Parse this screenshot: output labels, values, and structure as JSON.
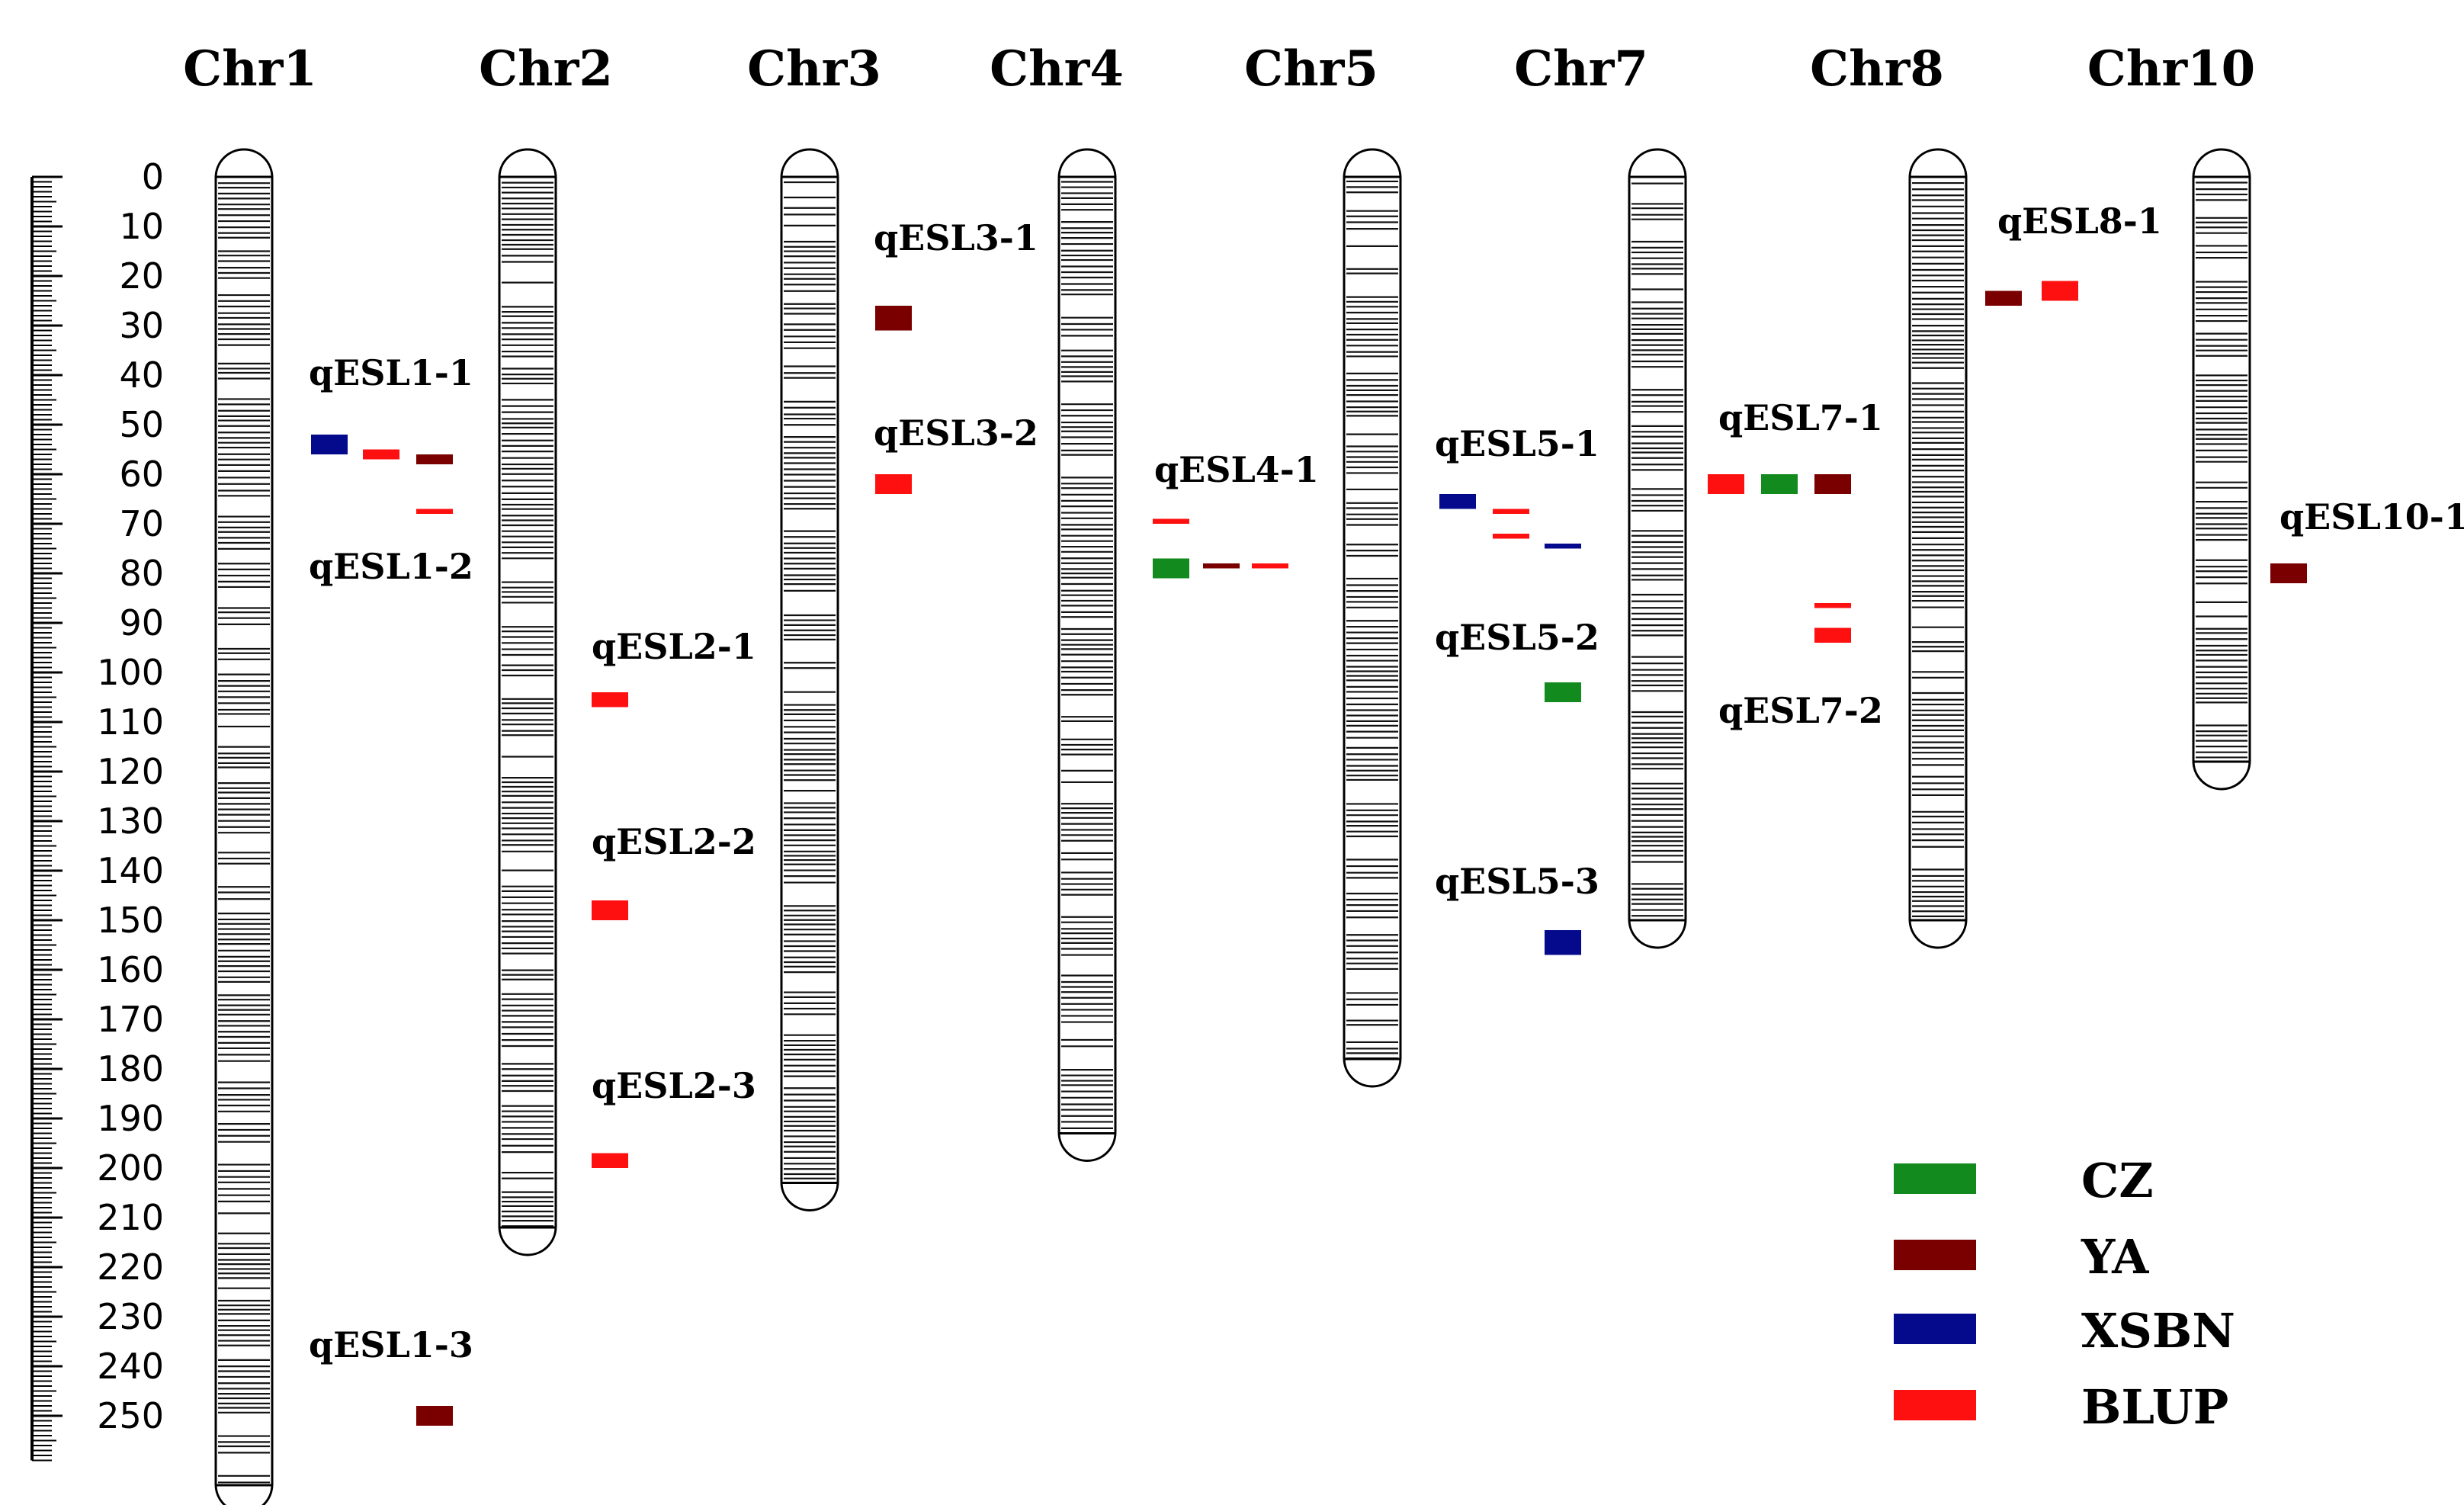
{
  "colors": {
    "CZ": "#138a1e",
    "YA": "#7a0000",
    "XSBN": "#050a8c",
    "BLUP": "#ff1010"
  },
  "chart_data": {
    "type": "linkage-map",
    "scale": {
      "min": 0,
      "max": 250,
      "step": 10
    },
    "chromosomes": [
      {
        "name": "Chr1",
        "length": 264
      },
      {
        "name": "Chr2",
        "length": 212
      },
      {
        "name": "Chr3",
        "length": 203
      },
      {
        "name": "Chr4",
        "length": 193
      },
      {
        "name": "Chr5",
        "length": 178
      },
      {
        "name": "Chr7",
        "length": 150
      },
      {
        "name": "Chr8",
        "length": 150
      },
      {
        "name": "Chr10",
        "length": 118
      }
    ],
    "legend": [
      {
        "key": "CZ",
        "label": "CZ"
      },
      {
        "key": "YA",
        "label": "YA"
      },
      {
        "key": "XSBN",
        "label": "XSBN"
      },
      {
        "key": "BLUP",
        "label": "BLUP"
      }
    ],
    "qtls": [
      {
        "name": "qESL1-1",
        "chr": "Chr1",
        "segments": [
          {
            "env": "XSBN",
            "start": 52,
            "end": 56
          },
          {
            "env": "BLUP",
            "start": 55,
            "end": 57
          },
          {
            "env": "YA",
            "start": 56,
            "end": 58
          }
        ]
      },
      {
        "name": "qESL1-2",
        "chr": "Chr1",
        "segments": [
          {
            "env": "BLUP",
            "start": 67,
            "end": 68
          }
        ]
      },
      {
        "name": "qESL1-3",
        "chr": "Chr1",
        "segments": [
          {
            "env": "YA",
            "start": 248,
            "end": 252
          }
        ]
      },
      {
        "name": "qESL2-1",
        "chr": "Chr2",
        "segments": [
          {
            "env": "BLUP",
            "start": 104,
            "end": 107
          }
        ]
      },
      {
        "name": "qESL2-2",
        "chr": "Chr2",
        "segments": [
          {
            "env": "BLUP",
            "start": 146,
            "end": 150
          }
        ]
      },
      {
        "name": "qESL2-3",
        "chr": "Chr2",
        "segments": [
          {
            "env": "BLUP",
            "start": 197,
            "end": 200
          }
        ]
      },
      {
        "name": "qESL3-1",
        "chr": "Chr3",
        "segments": [
          {
            "env": "YA",
            "start": 26,
            "end": 31
          }
        ]
      },
      {
        "name": "qESL3-2",
        "chr": "Chr3",
        "segments": [
          {
            "env": "BLUP",
            "start": 60,
            "end": 64
          }
        ]
      },
      {
        "name": "qESL4-1",
        "chr": "Chr4",
        "segments": [
          {
            "env": "BLUP",
            "start": 69,
            "end": 70
          },
          {
            "env": "CZ",
            "start": 77,
            "end": 81
          },
          {
            "env": "YA",
            "start": 78,
            "end": 79
          },
          {
            "env": "BLUP",
            "start": 78,
            "end": 79
          }
        ]
      },
      {
        "name": "qESL5-1",
        "chr": "Chr5",
        "segments": [
          {
            "env": "XSBN",
            "start": 64,
            "end": 67
          },
          {
            "env": "BLUP",
            "start": 67,
            "end": 68
          },
          {
            "env": "BLUP",
            "start": 72,
            "end": 73
          },
          {
            "env": "XSBN",
            "start": 74,
            "end": 75
          }
        ]
      },
      {
        "name": "qESL5-2",
        "chr": "Chr5",
        "segments": [
          {
            "env": "CZ",
            "start": 102,
            "end": 106
          }
        ]
      },
      {
        "name": "qESL5-3",
        "chr": "Chr5",
        "segments": [
          {
            "env": "XSBN",
            "start": 152,
            "end": 157
          }
        ]
      },
      {
        "name": "qESL7-1",
        "chr": "Chr7",
        "segments": [
          {
            "env": "BLUP",
            "start": 60,
            "end": 64
          },
          {
            "env": "CZ",
            "start": 60,
            "end": 64
          },
          {
            "env": "YA",
            "start": 60,
            "end": 64
          }
        ]
      },
      {
        "name": "qESL7-2",
        "chr": "Chr7",
        "segments": [
          {
            "env": "BLUP",
            "start": 86,
            "end": 87
          },
          {
            "env": "BLUP",
            "start": 91,
            "end": 94
          }
        ]
      },
      {
        "name": "qESL8-1",
        "chr": "Chr8",
        "segments": [
          {
            "env": "YA",
            "start": 23,
            "end": 26
          },
          {
            "env": "BLUP",
            "start": 21,
            "end": 25
          }
        ]
      },
      {
        "name": "qESL10-1",
        "chr": "Chr10",
        "segments": [
          {
            "env": "YA",
            "start": 78,
            "end": 82
          }
        ]
      }
    ]
  }
}
